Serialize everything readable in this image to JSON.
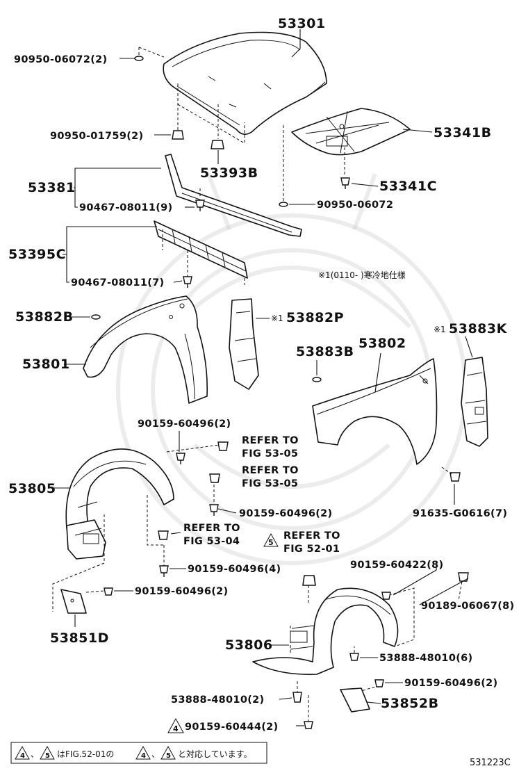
{
  "labels": {
    "p53301": "53301",
    "p90950_06072_2": "90950-06072(2)",
    "p90950_01759_2": "90950-01759(2)",
    "p53341B": "53341B",
    "p53393B": "53393B",
    "p53341C": "53341C",
    "p53381": "53381",
    "p90467_08011_9": "90467-08011(9)",
    "p90950_06072": "90950-06072",
    "p53395C": "53395C",
    "p90467_08011_7": "90467-08011(7)",
    "cold_note": "※1(0110-      )寒冷地仕様",
    "p53882B": "53882B",
    "p53882P_mark": "※1",
    "p53882P": "53882P",
    "p53883K_mark": "※1",
    "p53883K": "53883K",
    "p53801": "53801",
    "p53883B": "53883B",
    "p53802": "53802",
    "p90159_60496_2a": "90159-60496(2)",
    "refer1_l1": "REFER TO",
    "refer1_l2": "FIG 53-05",
    "refer2_l1": "REFER TO",
    "refer2_l2": "FIG 53-05",
    "p53805": "53805",
    "p90159_60496_2b": "90159-60496(2)",
    "p91635_G0616_7": "91635-G0616(7)",
    "refer3_l1": "REFER TO",
    "refer3_l2": "FIG 53-04",
    "refer4_num": "5",
    "refer4_l1": "REFER TO",
    "refer4_l2": "FIG 52-01",
    "p90159_60496_4": "90159-60496(4)",
    "p90159_60422_8": "90159-60422(8)",
    "p90189_06067_8": "90189-06067(8)",
    "p90159_60496_2c": "90159-60496(2)",
    "p53851D": "53851D",
    "p53806": "53806",
    "p53888_48010_6": "53888-48010(6)",
    "p90159_60496_2d": "90159-60496(2)",
    "p53888_48010_2": "53888-48010(2)",
    "p53852B": "53852B",
    "p90159_60444_num": "4",
    "p90159_60444_2": "90159-60444(2)",
    "footer_num4": "4",
    "footer_sep": "、",
    "footer_num5": "5",
    "footer_text1": "はFIG.52-01の",
    "footer_num4b": "4",
    "footer_sep2": "、",
    "footer_num5b": "5",
    "footer_text2": "と対応しています。",
    "diagram_code": "531223C"
  }
}
